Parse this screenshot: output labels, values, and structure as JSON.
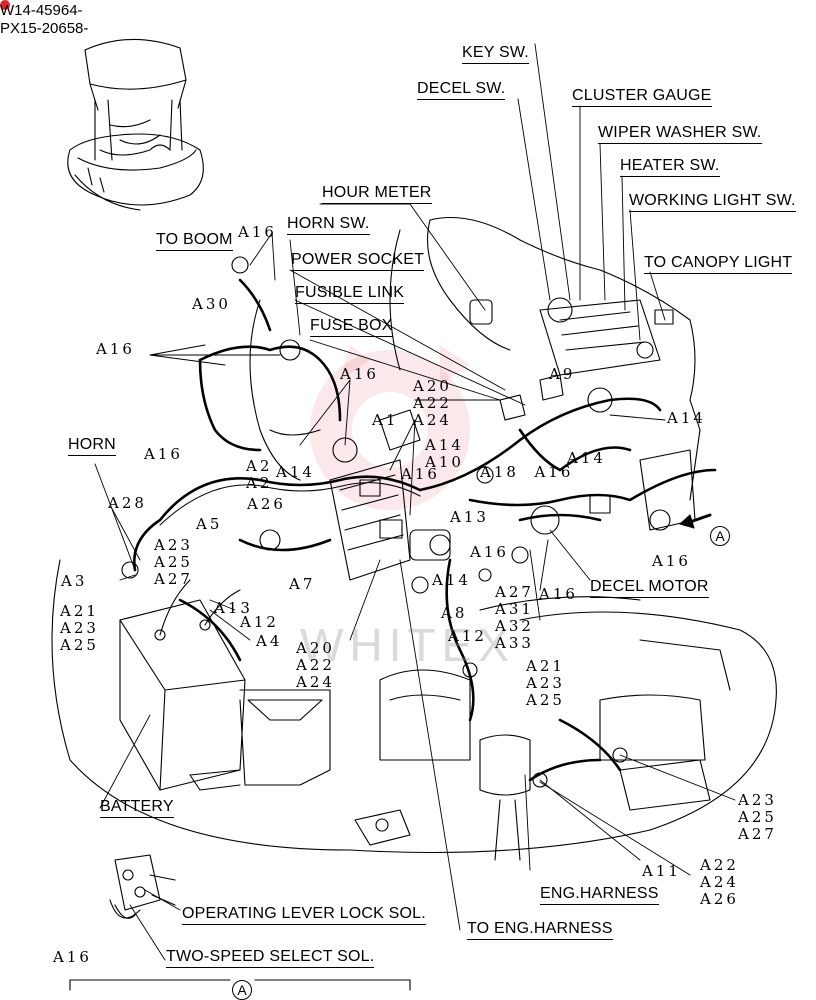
{
  "serials": [
    "W14-45964-",
    "PX15-20658-"
  ],
  "watermark": "WHITEX",
  "labels": {
    "key_sw": "KEY SW.",
    "decel_sw": "DECEL SW.",
    "cluster_gauge": "CLUSTER GAUGE",
    "wiper_washer_sw": "WIPER WASHER SW.",
    "heater_sw": "HEATER SW.",
    "working_light_sw": "WORKING LIGHT SW.",
    "hour_meter": "HOUR METER",
    "to_canopy_light": "TO CANOPY LIGHT",
    "horn_sw": "HORN SW.",
    "to_boom": "TO BOOM",
    "power_socket": "POWER SOCKET",
    "fusible_link": "FUSIBLE LINK",
    "fuse_box": "FUSE BOX",
    "horn": "HORN",
    "decel_motor": "DECEL MOTOR",
    "battery": "BATTERY",
    "eng_harness": "ENG.HARNESS",
    "operating_lever_lock_sol": "OPERATING LEVER LOCK SOL.",
    "to_eng_harness": "TO ENG.HARNESS",
    "two_speed_select_sol": "TWO-SPEED SELECT SOL.",
    "detail_a": "A"
  },
  "refs": {
    "a16_top": "A16",
    "a30": "A30",
    "a16_left": "A16",
    "a16_mid": "A16",
    "a20_a22_a24_top": "A20\nA22\nA24",
    "a1": "A1",
    "a9": "A9",
    "a14_right": "A14",
    "a16_horn": "A16",
    "a2_a21": "A2\nA2",
    "a14_a": "A14",
    "a10_a14": "A14\nA10",
    "a18_a16": "A18  A16",
    "a14_b": "A14",
    "a28": "A28",
    "a5": "A5",
    "a26": "A26",
    "a13": "A13",
    "a16_c": "A16",
    "a23_a25_a27_left": "A23\nA25\nA27",
    "a3": "A3",
    "a7": "A7",
    "a14_c": "A14",
    "a16_decel": "A16",
    "a16_right": "A16",
    "a21_a23_a25_bat": "A21\nA23\nA25",
    "a13_b": "A13",
    "a12": "A12",
    "a4": "A4",
    "a8": "A8",
    "a12_b": "A12",
    "a27_a31_a32_a33": "A27\nA31\nA32\nA33",
    "a16_e": "A16",
    "a20_a22_a24_bot": "A20\nA22\nA24",
    "a21_a23_a25_mid": "A21\nA23\nA25",
    "a23_a25_a27_right": "A23\nA25\nA27",
    "a11": "A11",
    "a22_a24_a26": "A22\nA24\nA26",
    "a16_detail": "A16"
  }
}
